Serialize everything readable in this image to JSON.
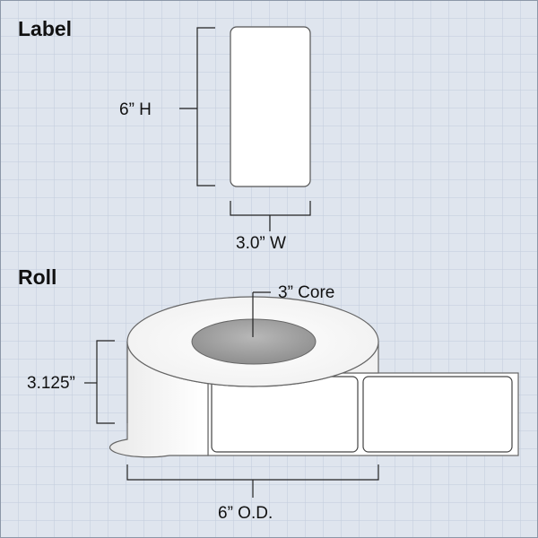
{
  "label_section": {
    "heading": "Label",
    "height_text": "6” H",
    "width_text": "3.0” W"
  },
  "roll_section": {
    "heading": "Roll",
    "core_text": "3” Core",
    "width_text": "3.125”",
    "od_text": "6” O.D."
  },
  "colors": {
    "background": "#dfe5ee",
    "grid_line": "#bcc7d8",
    "label_fill": "#ffffff",
    "core_fill": "#a5a5a5",
    "frame": "#7d7d7d"
  }
}
